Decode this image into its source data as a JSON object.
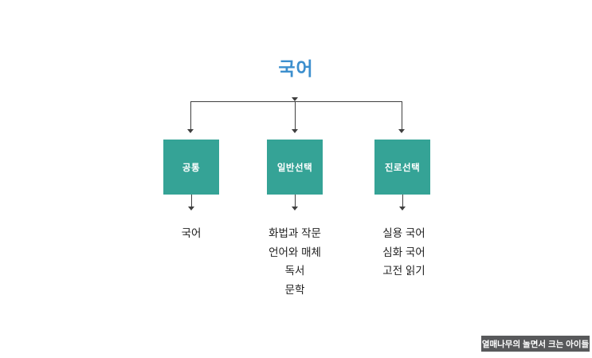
{
  "theme": {
    "background": "#ffffff",
    "title_color": "#3d8fce",
    "box_color": "#35a396",
    "box_text_color": "#ffffff",
    "text_color": "#212121",
    "line_color": "#3f3f3f",
    "badge_bg": "#58595b",
    "badge_text_color": "#ffffff"
  },
  "diagram": {
    "title": "국어",
    "connector": {
      "arrow_icon": "arrow-down-icon"
    },
    "branches": [
      {
        "label": "공통",
        "items": [
          "국어"
        ]
      },
      {
        "label": "일반선택",
        "items": [
          "화법과 작문",
          "언어와 매체",
          "독서",
          "문학"
        ]
      },
      {
        "label": "진로선택",
        "items": [
          "실용 국어",
          "심화 국어",
          "고전 읽기"
        ]
      }
    ]
  },
  "watermark": {
    "label": "열매나무의 놀면서 크는 아이들"
  }
}
